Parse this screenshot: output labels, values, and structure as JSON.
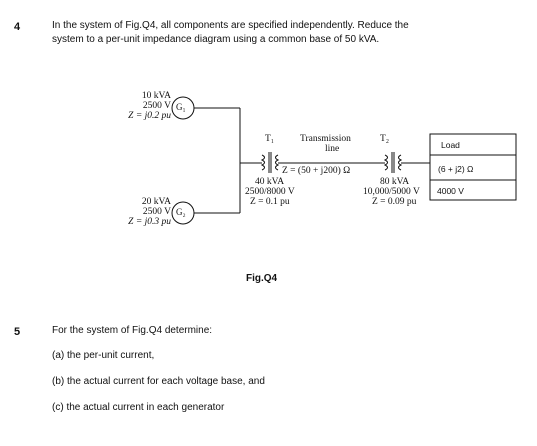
{
  "q4": {
    "number": "4",
    "line1": "In the system of Fig.Q4, all components are specified independently. Reduce the",
    "line2": "system to a per-unit impedance diagram using a common base of 50 kVA."
  },
  "diagram": {
    "g1": {
      "label": "G₁",
      "rating": "10 kVA",
      "voltage": "2500 V",
      "impedance": "Z = j0.2 pu"
    },
    "g2": {
      "label": "G₂",
      "rating": "20 kVA",
      "voltage": "2500 V",
      "impedance": "Z = j0.3 pu"
    },
    "t1": {
      "label": "T₁",
      "rating": "40 kVA",
      "ratio": "2500/8000 V",
      "impedance": "Z = 0.1 pu"
    },
    "line": {
      "label1": "Transmission",
      "label2": "line",
      "impedance": "Z = (50 + j200) Ω"
    },
    "t2": {
      "label": "T₂",
      "rating": "80 kVA",
      "ratio": "10,000/5000 V",
      "impedance": "Z = 0.09 pu"
    },
    "load": {
      "title": "Load",
      "impedance": "(6 + j2) Ω",
      "voltage": "4000 V"
    },
    "caption": "Fig.Q4"
  },
  "q5": {
    "number": "5",
    "intro": "For the system of Fig.Q4 determine:",
    "a": "(a) the per-unit current,",
    "b": "(b) the actual current for each voltage base, and",
    "c": "(c) the actual current in each generator"
  }
}
